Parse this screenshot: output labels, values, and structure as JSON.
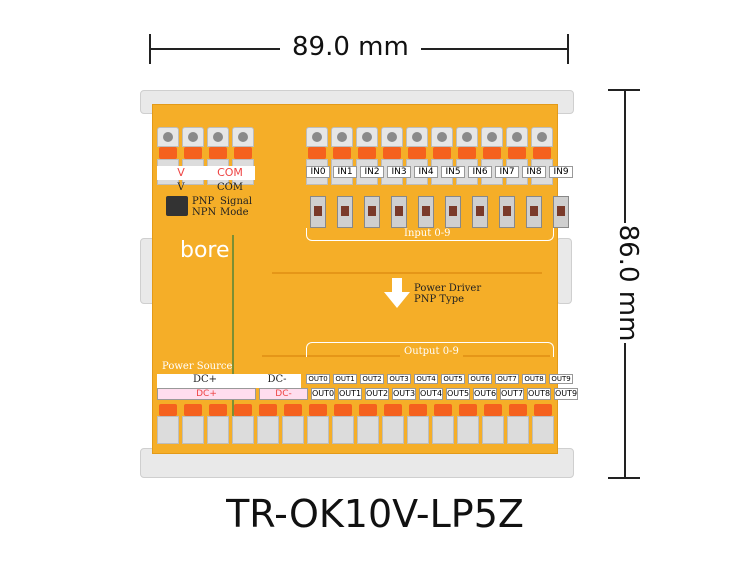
{
  "dimensions": {
    "width_label": "89.0 mm",
    "height_label": "86.0 mm"
  },
  "model": "TR-OK10V-LP5Z",
  "brand": "bore",
  "power_block": {
    "v_label": "V",
    "com_label": "COM",
    "v_small": "V",
    "com_small": "COM"
  },
  "mode": {
    "pnp": "PNP",
    "npn": "NPN",
    "signal": "Signal",
    "mode": "Mode"
  },
  "inputs": {
    "labels": [
      "IN0",
      "IN1",
      "IN2",
      "IN3",
      "IN4",
      "IN5",
      "IN6",
      "IN7",
      "IN8",
      "IN9"
    ],
    "group_label": "Input 0-9"
  },
  "driver": {
    "line1": "Power Driver",
    "line2": "PNP Type"
  },
  "outputs": {
    "group_label": "Output 0-9",
    "labels": [
      "OUT0",
      "OUT1",
      "OUT2",
      "OUT3",
      "OUT4",
      "OUT5",
      "OUT6",
      "OUT7",
      "OUT8",
      "OUT9"
    ]
  },
  "power_source": {
    "title": "Power Source",
    "dc_plus": "DC+",
    "dc_minus": "DC-",
    "dc_plus_label": "DC+",
    "dc_minus_label": "DC-"
  }
}
